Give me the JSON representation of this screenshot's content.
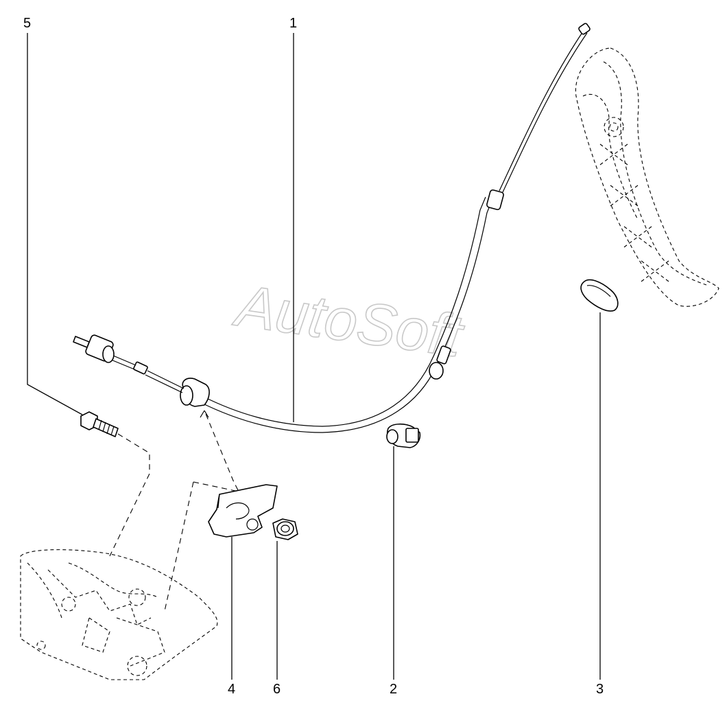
{
  "watermark": "AutoSoft",
  "callouts": {
    "c1": "1",
    "c2": "2",
    "c3": "3",
    "c4": "4",
    "c5": "5",
    "c6": "6"
  }
}
